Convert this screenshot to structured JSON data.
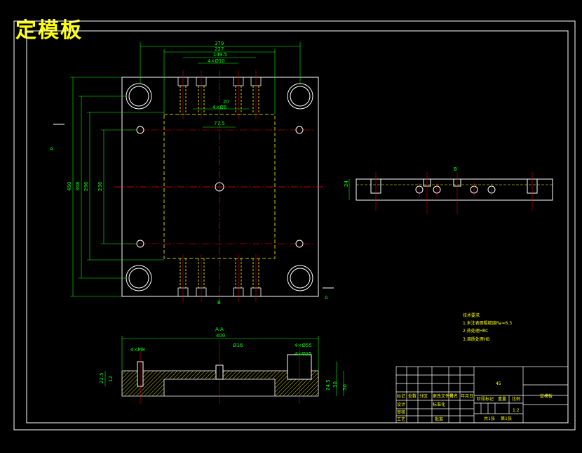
{
  "title": "定模板",
  "dims_top": [
    "379",
    "227",
    "149.5",
    "4×Ø10"
  ],
  "dims_mid": [
    "20",
    "4×Ø6",
    "77.5"
  ],
  "dims_left": [
    "450",
    "368",
    "296",
    "236"
  ],
  "section_label": "A-A",
  "section_marks": [
    "A",
    "A",
    "B",
    "B"
  ],
  "side_dim": "24",
  "section_dims": [
    "400",
    "Ø16",
    "4×Ø55",
    "4×Ø35",
    "4×M8",
    "22.5",
    "12",
    "24.5",
    "30",
    "50"
  ],
  "notes": [
    "技术要求",
    "1.未注表面粗糙度Ra=6.3",
    "2.热处理HRC",
    "3.调质处理HB"
  ],
  "material": "45",
  "part_name": "定模板",
  "titleblock_labels": [
    "标记",
    "处数",
    "分区",
    "更改文件号",
    "签名",
    "年月日",
    "设计",
    "标准化",
    "阶段标记",
    "重量",
    "比例",
    "审核",
    "工艺",
    "批准"
  ],
  "scale": "1:2",
  "sheet": [
    "共1张",
    "第1张"
  ],
  "colors": {
    "outline": "#ffffff",
    "dimension": "#00ff00",
    "center": "#ff0000",
    "hidden": "#ffff00",
    "hatch": "#ffff00",
    "title": "#ffff00"
  }
}
